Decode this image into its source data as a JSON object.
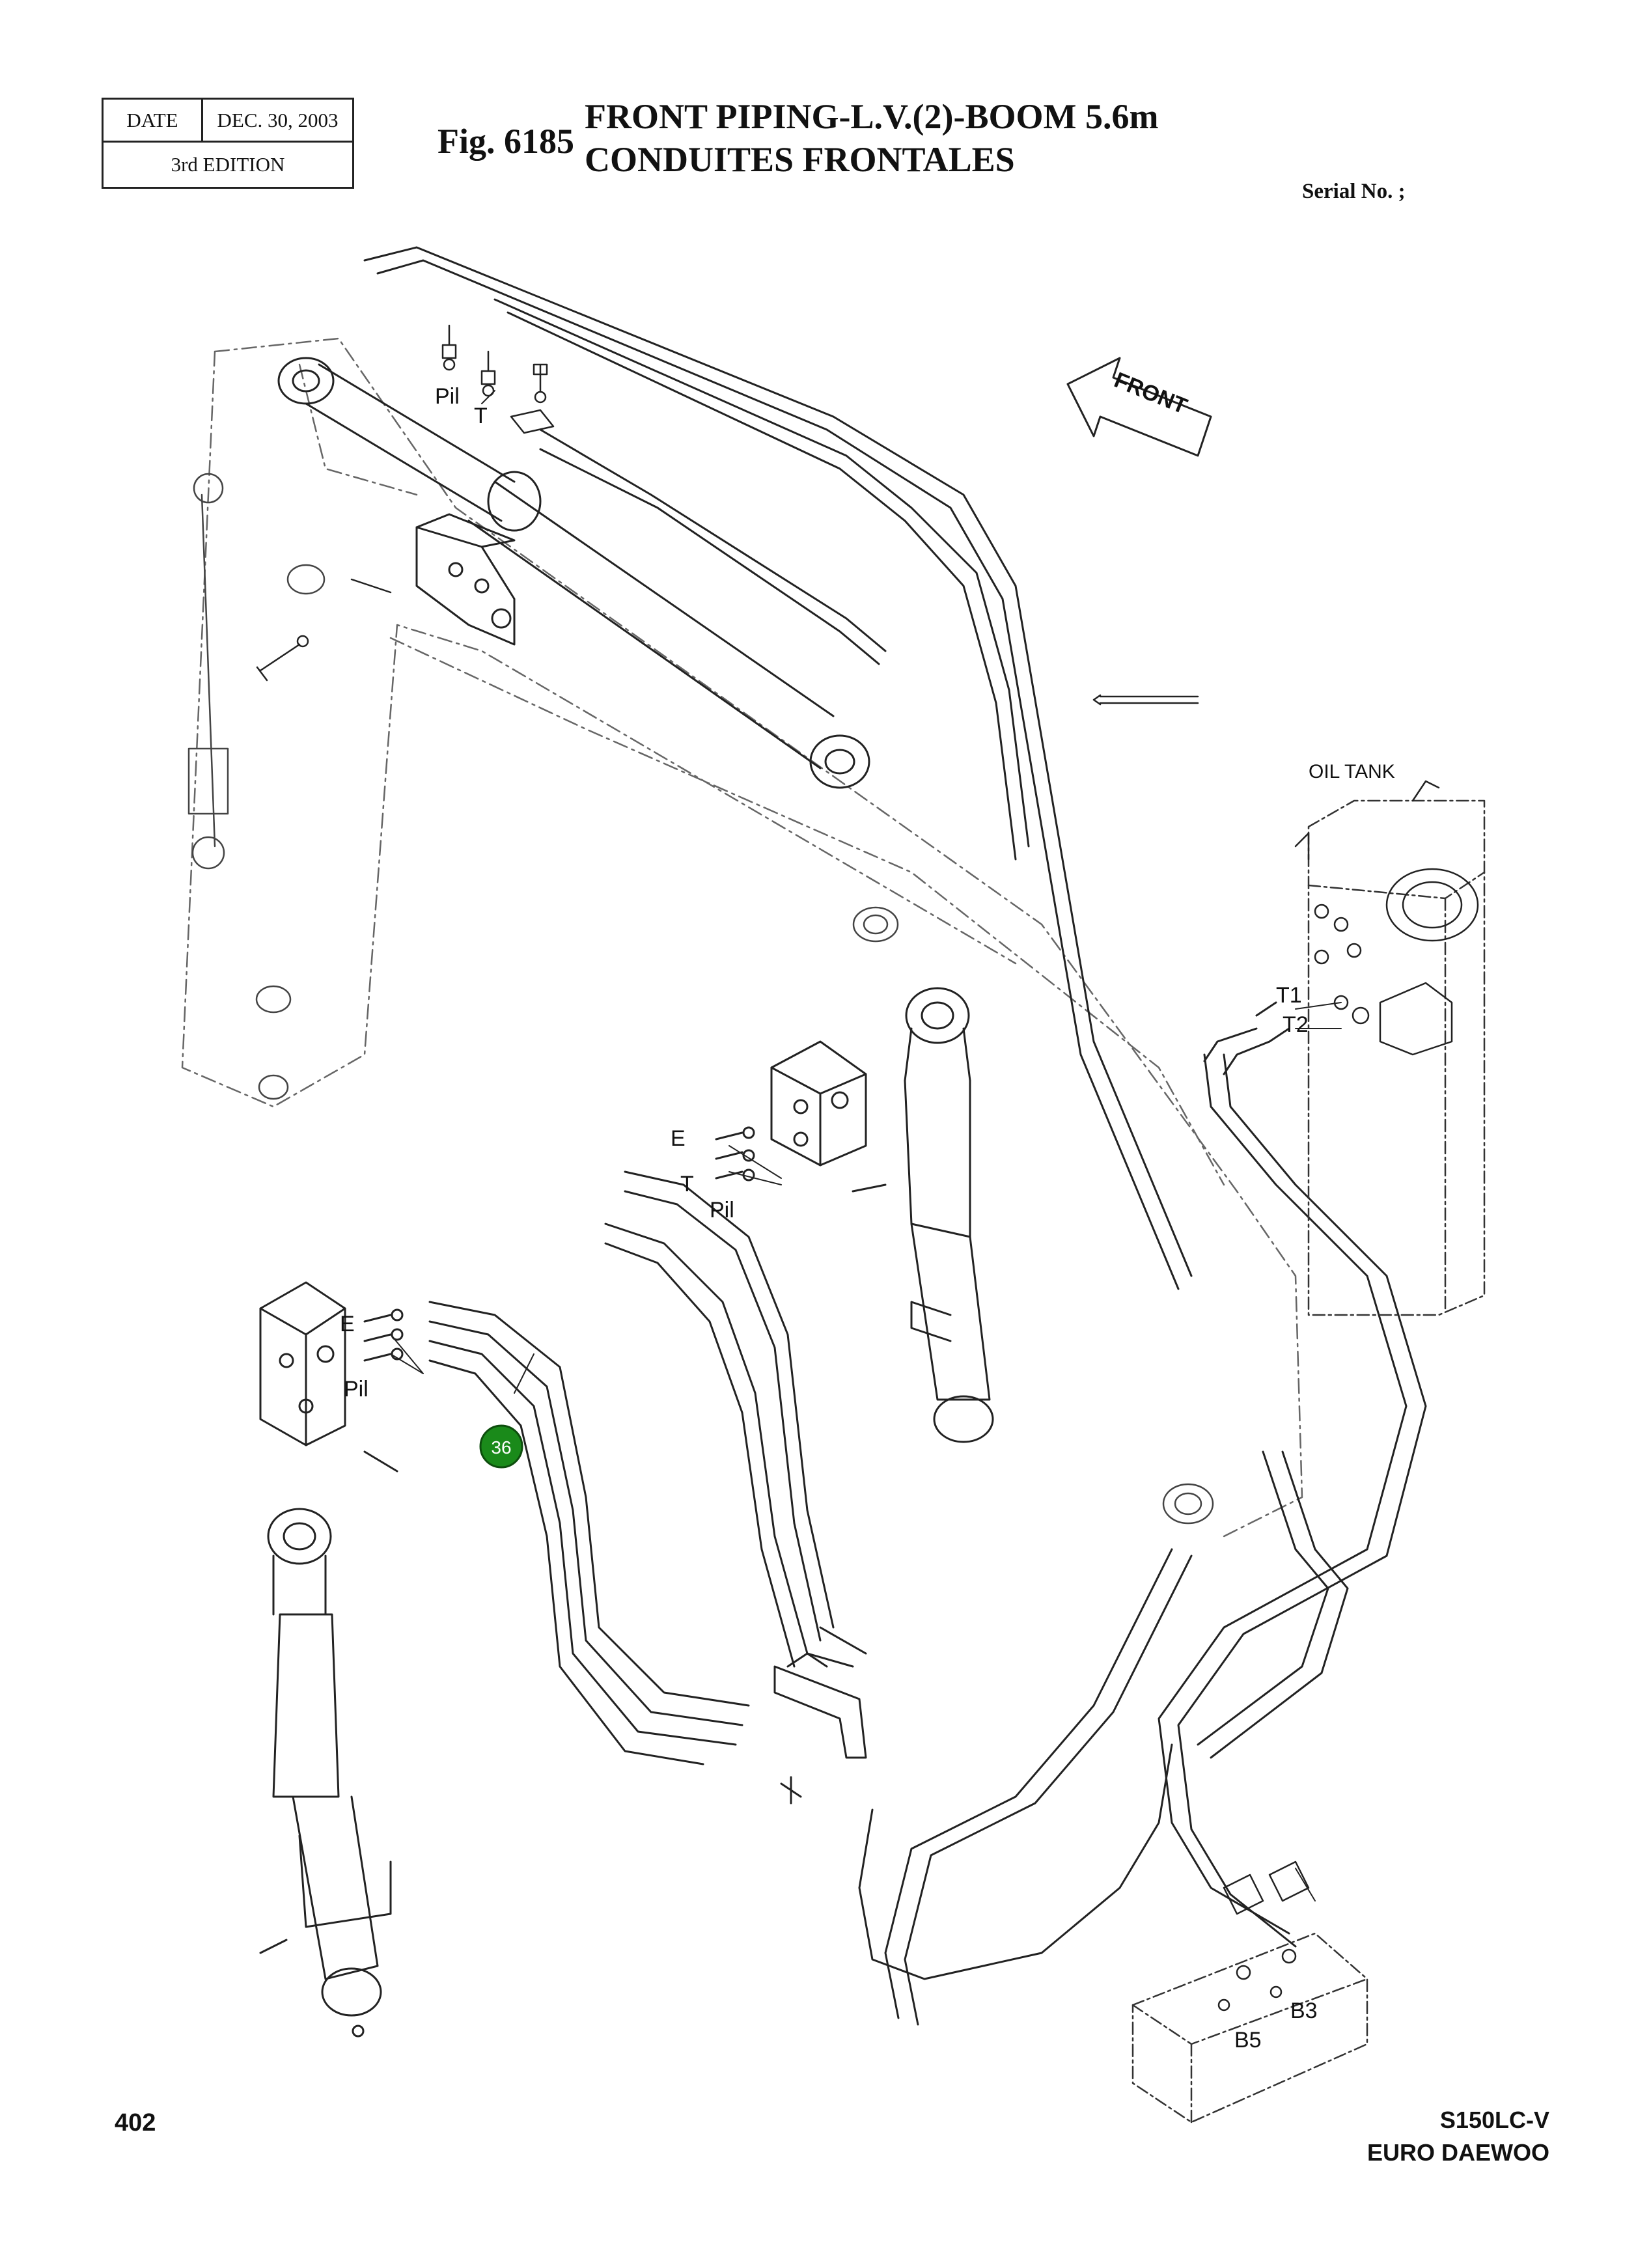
{
  "header": {
    "date_label": "DATE",
    "date_value": "DEC. 30, 2003",
    "edition": "3rd  EDITION",
    "fig_number": "Fig. 6185",
    "title_line1": "FRONT PIPING-L.V.(2)-BOOM 5.6m",
    "title_line2": "CONDUITES FRONTALES",
    "serial": "Serial No. ;"
  },
  "diagram": {
    "labels": {
      "front": "FRONT",
      "oil_tank": "OIL TANK",
      "pil_top": "Pil",
      "t_top": "T",
      "e_mid": "E",
      "t_mid": "T",
      "pil_mid": "Pil",
      "e_left": "E",
      "pil_left": "Pil",
      "t1": "T1",
      "t2": "T2",
      "b3": "B3",
      "b5": "B5"
    },
    "callouts": [
      {
        "number": "36",
        "color": "#1a8a1a"
      }
    ]
  },
  "footer": {
    "page_number": "402",
    "model": "S150LC-V",
    "brand": "EURO DAEWOO"
  }
}
